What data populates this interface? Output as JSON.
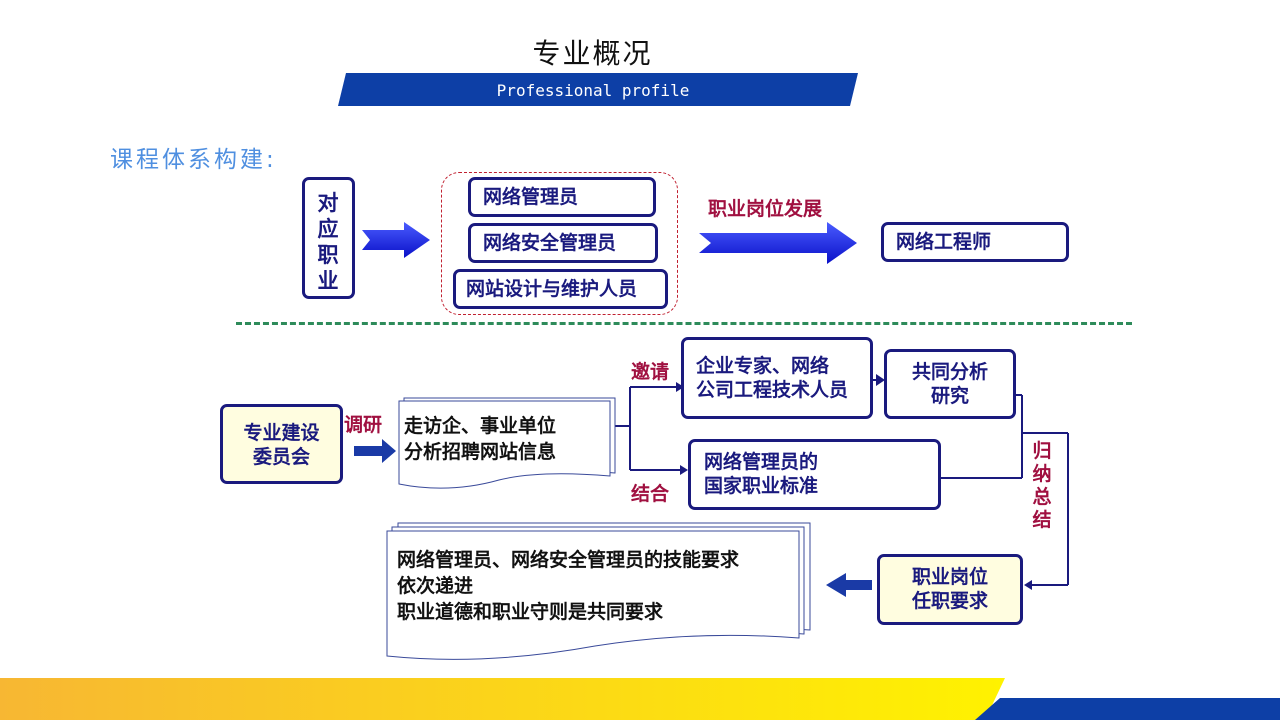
{
  "header": {
    "title": "专业概况",
    "subtitle": "Professional profile"
  },
  "section_label": "课程体系构建:",
  "top": {
    "vertical_label": "对应职业",
    "roles": [
      "网络管理员",
      "网络安全管理员",
      "网站设计与维护人员"
    ],
    "development_label": "职业岗位发展",
    "target": "网络工程师"
  },
  "bottom": {
    "committee": [
      "专业建设",
      "委员会"
    ],
    "research_label": "调研",
    "visit_doc": [
      "走访企、事业单位",
      "分析招聘网站信息"
    ],
    "invite_label": "邀请",
    "combine_label": "结合",
    "experts": [
      "企业专家、网络",
      "公司工程技术人员"
    ],
    "standard": [
      "网络管理员的",
      "国家职业标准"
    ],
    "joint_analysis": [
      "共同分析",
      "研究"
    ],
    "summarize_label": "归纳总结",
    "requirements": [
      "职业岗位",
      "任职要求"
    ],
    "result_doc": [
      "网络管理员、网络安全管理员的技能要求",
      "依次递进",
      "职业道德和职业守则是共同要求"
    ]
  },
  "colors": {
    "navy": "#1a1a7e",
    "band_blue": "#0d3fa6",
    "accent_red": "#a01040",
    "section_blue": "#4f8fe0",
    "footer_yellow": "#f7b733",
    "divider_green": "#2e8b5a"
  }
}
